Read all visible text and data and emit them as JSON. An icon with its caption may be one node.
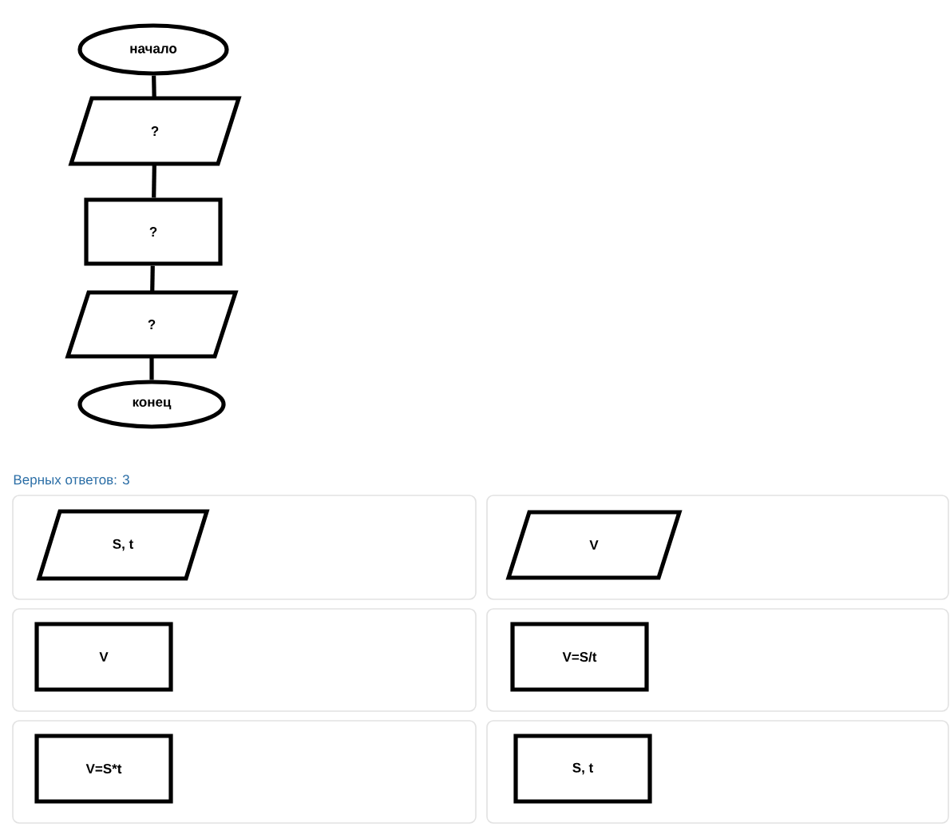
{
  "diagram": {
    "nodes": [
      {
        "text": [
          "начало"
        ]
      },
      {
        "text": [
          "?"
        ]
      },
      {
        "text": [
          "?"
        ]
      },
      {
        "text": [
          "?"
        ]
      },
      {
        "text": [
          "конец"
        ]
      },
      {
        "text": [],
        "shape": "box"
      },
      {
        "text": [
          "S, t"
        ],
        "in": 5
      },
      {
        "text": [],
        "shape": "box"
      },
      {
        "text": [
          "V"
        ],
        "in": 7
      },
      {
        "text": [],
        "shape": "box"
      },
      {
        "text": [
          "V"
        ],
        "in": 9
      },
      {
        "text": [],
        "shape": "box"
      },
      {
        "text": [
          "V=S/t"
        ],
        "in": 11
      },
      {
        "text": [],
        "shape": "box"
      },
      {
        "text": [
          "V=S*t"
        ],
        "in": 13
      },
      {
        "text": [],
        "shape": "box"
      },
      {
        "text": [
          "S, t"
        ],
        "in": 15
      }
    ],
    "edges": [
      {
        "from": 0,
        "to": 1,
        "arrow": "none"
      },
      {
        "from": 1,
        "to": 2,
        "arrow": "none"
      },
      {
        "from": 2,
        "to": 3,
        "arrow": "none"
      },
      {
        "from": 3,
        "to": 4,
        "arrow": "none"
      }
    ],
    "labels": [
      "Верных ответов: 3"
    ]
  }
}
